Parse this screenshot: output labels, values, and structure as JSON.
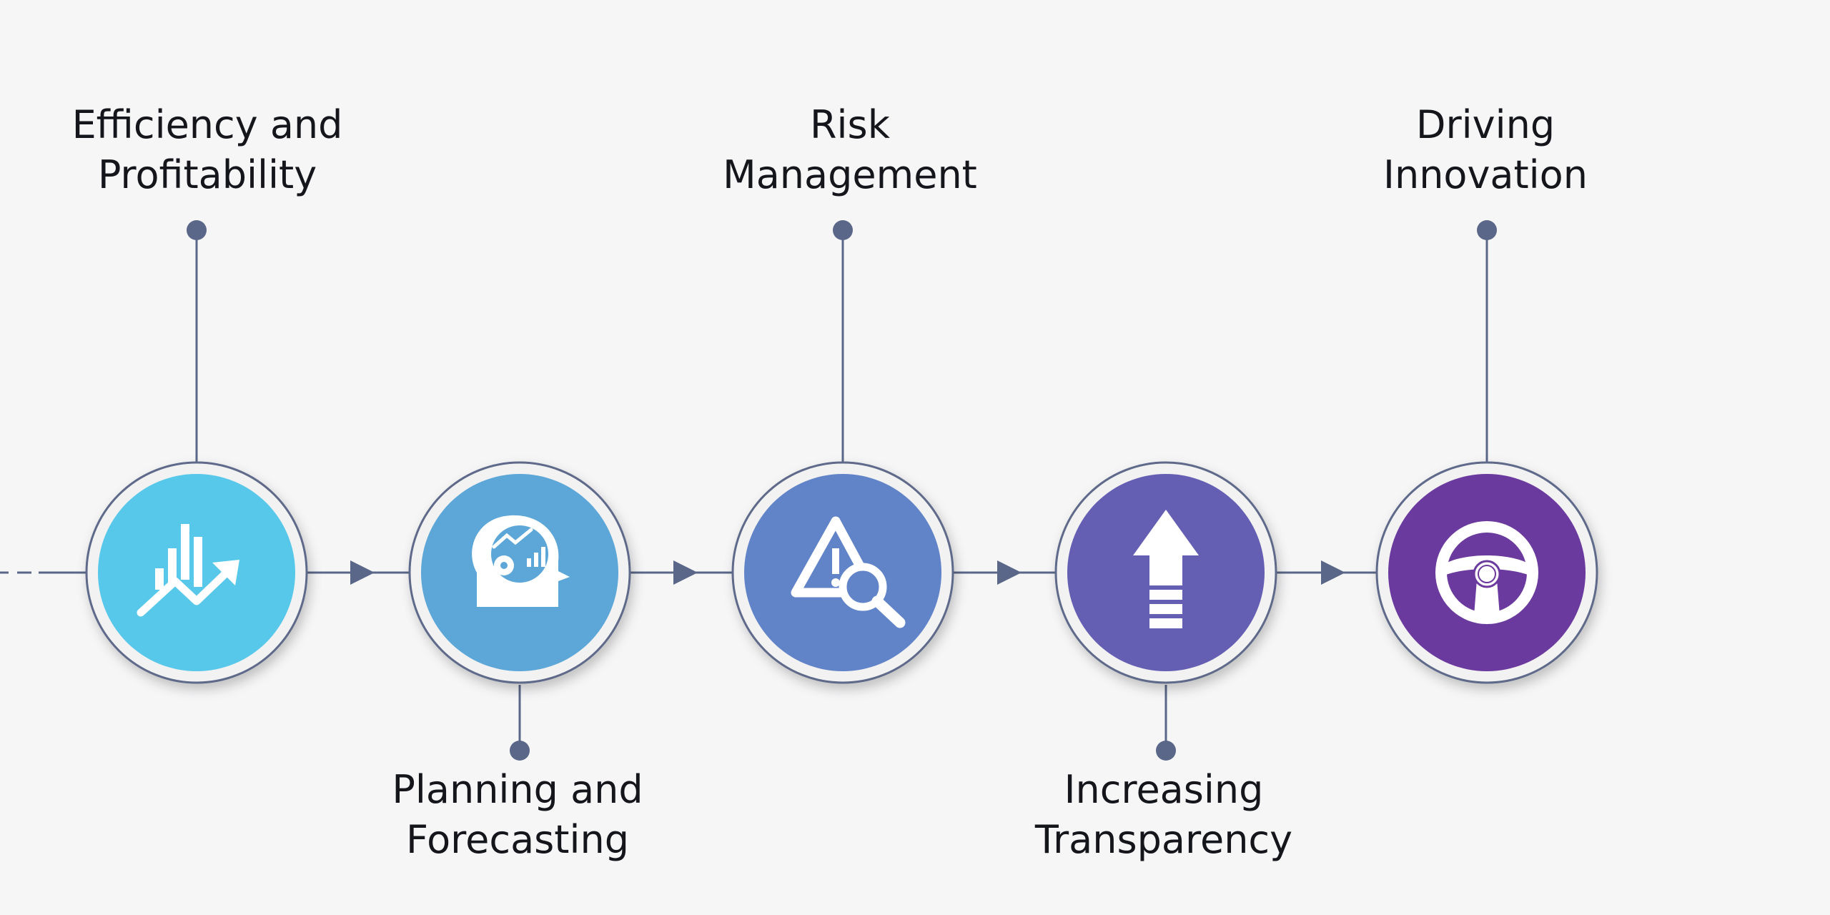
{
  "steps": [
    {
      "label_lines": [
        "Efficiency and",
        "Profitability"
      ],
      "position": "top",
      "color": "#57c8ea",
      "icon": "growth-chart-icon"
    },
    {
      "label_lines": [
        "Planning and",
        "Forecasting"
      ],
      "position": "bottom",
      "color": "#5ca6d8",
      "icon": "head-gear-chart-icon"
    },
    {
      "label_lines": [
        "Risk",
        "Management"
      ],
      "position": "top",
      "color": "#6183c8",
      "icon": "warning-magnifier-icon"
    },
    {
      "label_lines": [
        "Increasing",
        "Transparency"
      ],
      "position": "bottom",
      "color": "#655fb3",
      "icon": "up-arrow-icon"
    },
    {
      "label_lines": [
        "Driving",
        "Innovation"
      ],
      "position": "top",
      "color": "#6b3a9e",
      "icon": "steering-wheel-icon"
    }
  ],
  "connector_color": "#5a6788",
  "ring_color": "#5f6b8a"
}
